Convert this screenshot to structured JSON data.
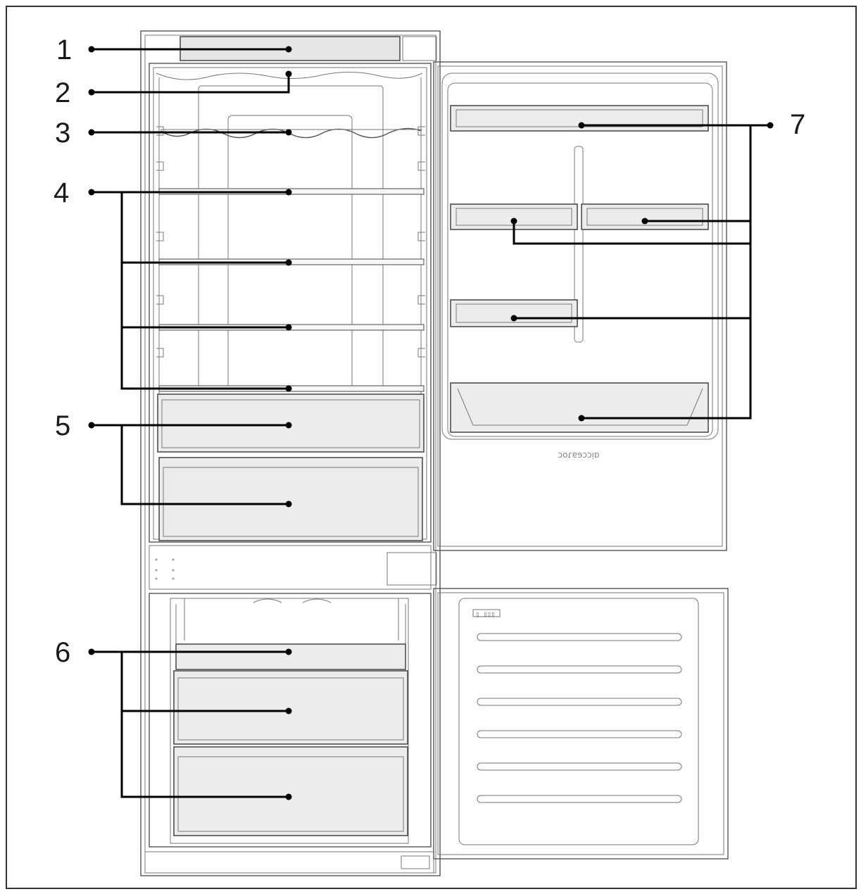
{
  "callouts": [
    {
      "id": "1",
      "label": "1"
    },
    {
      "id": "2",
      "label": "2"
    },
    {
      "id": "3",
      "label": "3"
    },
    {
      "id": "4",
      "label": "4"
    },
    {
      "id": "5",
      "label": "5"
    },
    {
      "id": "6",
      "label": "6"
    },
    {
      "id": "7",
      "label": "7"
    }
  ],
  "door_logo": "ɔᴏɾɐɘɔɔᴉɒ",
  "freezer_plate": "▯ ▯▯▯"
}
